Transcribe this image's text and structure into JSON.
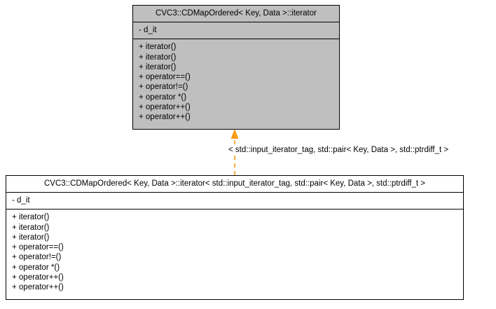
{
  "diagram": {
    "type": "uml-class-diagram",
    "background_color": "#ffffff",
    "edge_color": "#f79b10",
    "filled_class_color": "#bfbfbf",
    "border_color": "#000000",
    "classes": [
      {
        "id": "base",
        "name": "CVC3::CDMapOrdered< Key, Data >::iterator",
        "attributes": [
          "- d_it"
        ],
        "operations": [
          "+ iterator()",
          "+ iterator()",
          "+ iterator()",
          "+ operator==()",
          "+ operator!=()",
          "+ operator *()",
          "+ operator++()",
          "+ operator++()"
        ]
      },
      {
        "id": "derived",
        "name": "CVC3::CDMapOrdered< Key, Data >::iterator< std::input_iterator_tag, std::pair< Key, Data >, std::ptrdiff_t >",
        "attributes": [
          "- d_it"
        ],
        "operations": [
          "+ iterator()",
          "+ iterator()",
          "+ iterator()",
          "+ operator==()",
          "+ operator!=()",
          "+ operator *()",
          "+ operator++()",
          "+ operator++()"
        ]
      }
    ],
    "edges": [
      {
        "id": "template-binding",
        "from": "derived",
        "to": "base",
        "style": "dashed",
        "arrowhead": "filled-triangle",
        "label": "< std::input_iterator_tag, std::pair< Key, Data >, std::ptrdiff_t >"
      }
    ]
  }
}
